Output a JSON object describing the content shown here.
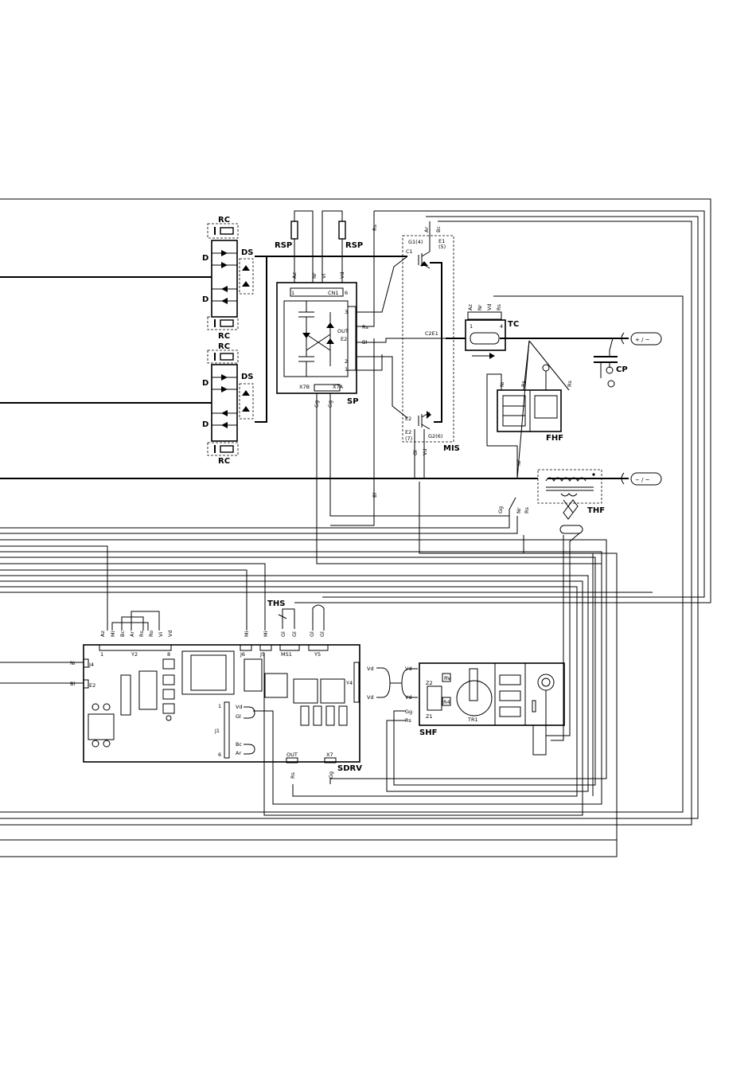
{
  "components": {
    "rc_1": "RC",
    "rc_2": "RC",
    "rc_3": "RC",
    "rc_4": "RC",
    "ds_1": "DS",
    "ds_2": "DS",
    "d_1": "D",
    "d_2": "D",
    "d_3": "D",
    "d_4": "D",
    "rsp_1": "RSP",
    "rsp_2": "RSP",
    "sp": "SP",
    "mis": "MIS",
    "tc": "TC",
    "cp": "CP",
    "fhf": "FHF",
    "thf": "THF",
    "ths": "THS",
    "sdrv": "SDRV",
    "shf": "SHF"
  },
  "terminals": {
    "plus": "+ / ~",
    "minus": "− / ~"
  },
  "pins": {
    "sp_top": [
      "Az",
      "Nr",
      "Vi",
      "Vd"
    ],
    "sp_cn1": "CN1",
    "sp_cn1_1": "1",
    "sp_cn1_6": "6",
    "sp_side": [
      "3",
      "OUT",
      "E2",
      "2",
      "1"
    ],
    "sp_rs": "Rs",
    "sp_bi": "Bl",
    "sp_x7b": "X7B",
    "sp_x7a": "X7A",
    "sp_bottom": [
      "Gg",
      "Gg"
    ],
    "mis_c1": "C1",
    "mis_g1": "G1(4)",
    "mis_e1": "E1",
    "mis_e1_pin": "(5)",
    "mis_c2e1": "C2E1",
    "mis_e2a": "E2",
    "mis_e2b": "E2",
    "mis_e2_pin": "(7)",
    "mis_g2": "G2(6)",
    "mis_top": [
      "Ar",
      "Bc"
    ],
    "mis_bottom": [
      "Gl",
      "Vd"
    ],
    "rs_top": "Rs",
    "tc_top": [
      "Az",
      "Nr",
      "Vd",
      "Rs"
    ],
    "tc_1": "1",
    "tc_4": "4",
    "fhf_top": [
      "Nr",
      "Rs"
    ],
    "fhf_rs": "Rs",
    "mid_vert": [
      "Nr",
      "Gg",
      "Nr",
      "Rs"
    ],
    "bl_vert": "Bl",
    "y2_top": [
      "Az",
      "Mi",
      "Bc",
      "Ar",
      "Rs",
      "Ro",
      "Vi",
      "Vd"
    ],
    "y2": "Y2",
    "y2_1": "1",
    "y2_8": "8",
    "j6_top": "Mi",
    "j6": "J6",
    "j5_top": "Mi",
    "j5": "J5",
    "ms1_top": [
      "Gl",
      "Gl"
    ],
    "ms1": "MS1",
    "y5_top": [
      "Gl",
      "Gl"
    ],
    "y5": "Y5",
    "j4_nr": "Nr",
    "j4": "J4",
    "e2_bl": "Bl",
    "e2": "E2",
    "j1": "J1",
    "j1_1": "1",
    "j1_6": "6",
    "j1_pins": [
      "Vd",
      "Gl",
      "Bc",
      "Ar"
    ],
    "y4": "Y4",
    "y4_pins": [
      "Vd",
      "Vd"
    ],
    "out": "OUT",
    "x7": "X7",
    "out_bottom": "Rs",
    "x7_bottom": "Gg",
    "shf_left": [
      "Vd",
      "Vd",
      "Gg",
      "Rs"
    ],
    "shf_z2": "Z2",
    "shf_z1": "Z1",
    "shf_rv": "RV",
    "shf_r4": "R4",
    "shf_tr1": "TR1"
  }
}
